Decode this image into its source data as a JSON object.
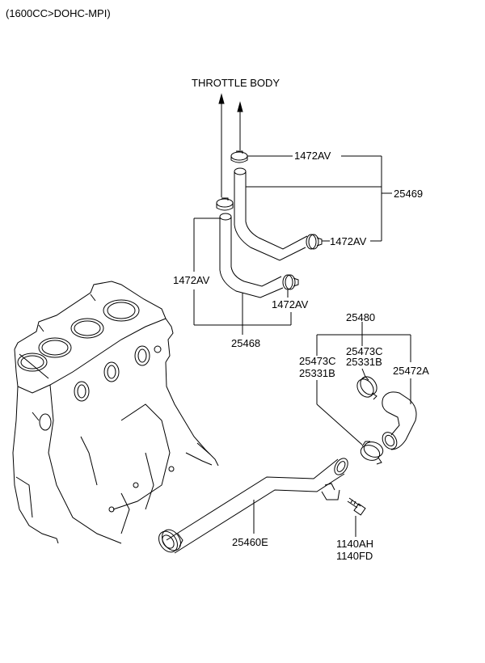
{
  "header": "(1600CC>DOHC-MPI)",
  "labels": {
    "throttle_body": "THROTTLE BODY",
    "clamp_top": "1472AV",
    "hose_top": "25469",
    "clamp_top_lower": "1472AV",
    "clamp_left": "1472AV",
    "clamp_left_lower": "1472AV",
    "hose_lower": "25468",
    "hose_assembly": "25480",
    "clamp_a_1": "25473C",
    "clamp_a_2": "25331B",
    "clamp_b_1": "25473C",
    "clamp_b_2": "25331B",
    "hose_short": "25472A",
    "pipe": "25460E",
    "bolt_1": "1140AH",
    "bolt_2": "1140FD"
  }
}
